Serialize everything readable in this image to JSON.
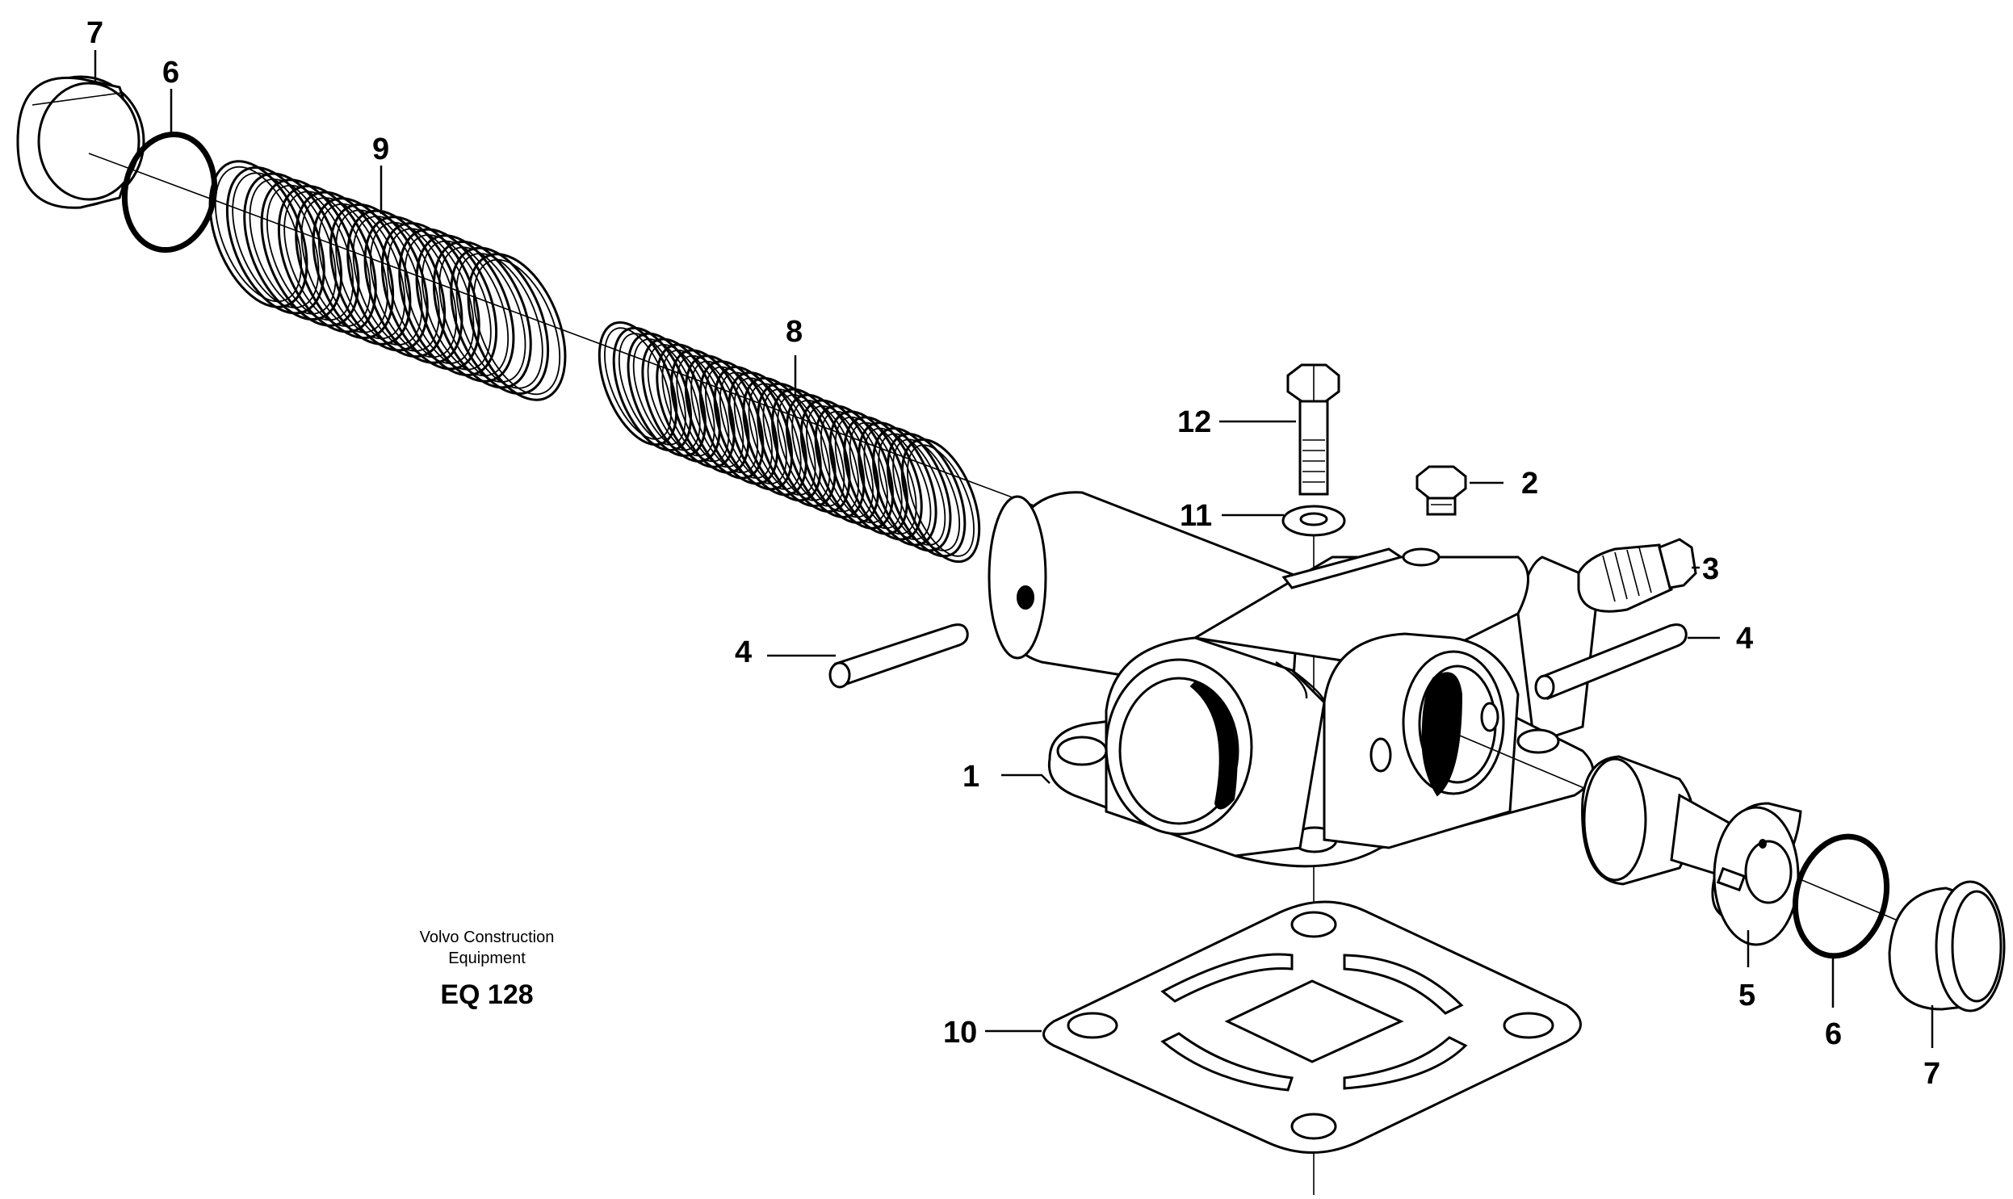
{
  "credit": {
    "line1": "Volvo Construction",
    "line2": "Equipment",
    "code": "EQ 128"
  },
  "callouts": {
    "cap_left": "7",
    "oring_left": "6",
    "spring_large": "9",
    "spring_small": "8",
    "bolt": "12",
    "washer": "11",
    "plug_top": "2",
    "plug_side": "3",
    "pin_left": "4",
    "pin_right": "4",
    "housing": "1",
    "spool": "5",
    "oring_right": "6",
    "cap_right": "7",
    "gasket": "10"
  }
}
